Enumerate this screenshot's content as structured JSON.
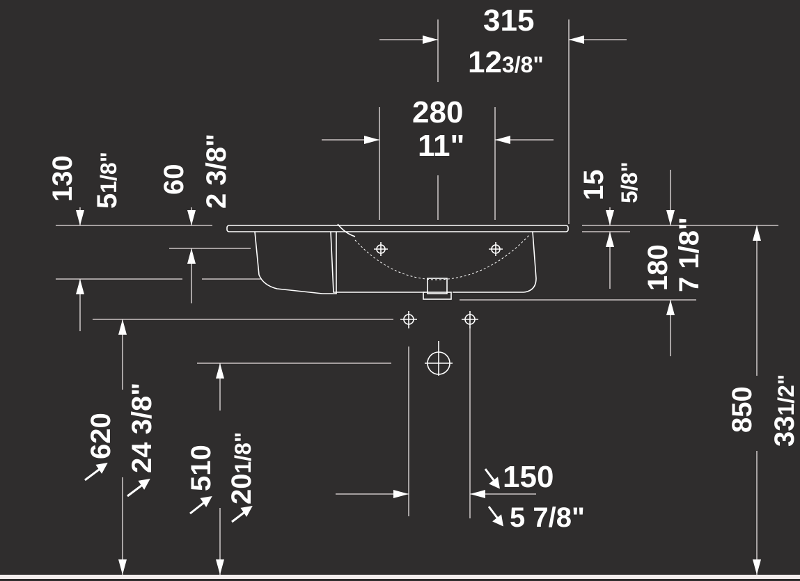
{
  "dimensions": {
    "d315": {
      "mm": "315",
      "inch": "12",
      "inch_frac": "3/8\""
    },
    "d280": {
      "mm": "280",
      "inch": "11\""
    },
    "d130": {
      "mm": "130",
      "inch": "5",
      "inch_frac": "1/8\""
    },
    "d60": {
      "mm": "60",
      "inch": "2 3/8\""
    },
    "d15": {
      "mm": "15",
      "inch": "5/8\""
    },
    "d180": {
      "mm": "180",
      "inch": "7 1/8\""
    },
    "d620": {
      "mm": "620",
      "inch": "24 3/8\""
    },
    "d510": {
      "mm": "510",
      "inch": "20",
      "inch_frac": "1/8\""
    },
    "d150": {
      "mm": "150",
      "inch": "5 7/8\""
    },
    "d850": {
      "mm": "850",
      "inch": "33",
      "inch_frac": "1/2\""
    }
  },
  "colors": {
    "background": "#2f2d2d",
    "lines": "#ffffff"
  }
}
